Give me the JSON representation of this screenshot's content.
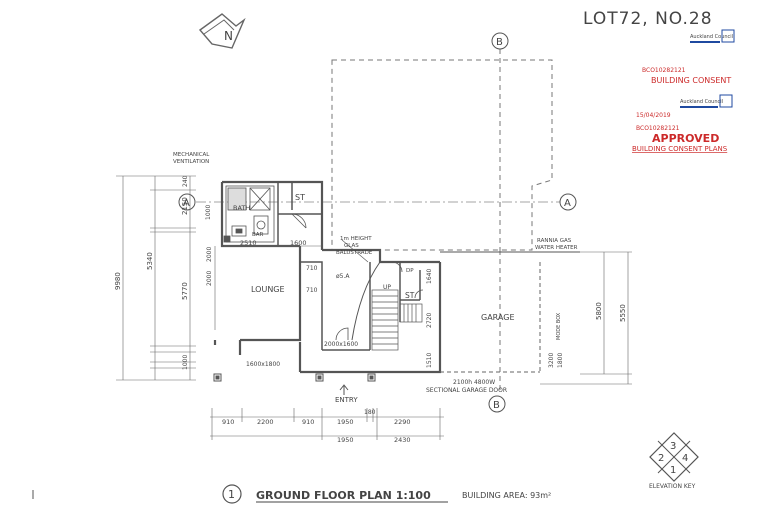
{
  "header": {
    "lot_title": "LOT72, NO.28",
    "north_label": "N"
  },
  "stamps": {
    "council_name": "Auckland Council",
    "consent_ref_top": "BCO10282121",
    "consent_title": "BUILDING CONSENT",
    "date": "15/04/2019",
    "consent_ref_bottom": "BCO10282121",
    "approved": "APPROVED",
    "approved_sub": "BUILDING CONSENT PLANS"
  },
  "grid_markers": {
    "a_left": "A",
    "a_right": "A",
    "b_top": "B",
    "b_bottom": "B"
  },
  "room_labels": {
    "bath": "BATH",
    "st_upper": "ST",
    "bar": "BAR",
    "lounge": "LOUNGE",
    "st_lower": "ST",
    "garage": "GARAGE",
    "up": "UP",
    "entry": "ENTRY",
    "dp": "DP",
    "esa": "ø5.A"
  },
  "notes": {
    "mechanical_1": "MECHANICAL",
    "mechanical_2": "VENTILATION",
    "balustrade_1": "1m HEIGHT",
    "balustrade_2": "GLAS",
    "balustrade_3": "BALUSTRADE",
    "gas_1": "RANNIA GAS",
    "gas_2": "WATER HEATER",
    "garage_door_1": "2100h  4800W",
    "garage_door_2": "SECTIONAL GARAGE DOOR",
    "window_1": "1600x1800",
    "window_2": "2000x1600",
    "opening": "MODE BOX"
  },
  "dimensions": {
    "left_total": "9980",
    "left_5340": "5340",
    "left_5770": "5770",
    "left_2150": "2150",
    "left_240": "240",
    "left_1000": "1000",
    "inner_2000a": "2000",
    "inner_2000b": "2000",
    "inner_1000": "1000",
    "bath_w": "2510",
    "st_w": "1600",
    "lounge_710a": "710",
    "lounge_710b": "710",
    "right_5800": "5800",
    "right_5550": "5550",
    "right_3200": "3200",
    "right_1800": "1800",
    "st_2720": "2720",
    "st_1510": "1510",
    "st_1640": "1640",
    "bottom_910a": "910",
    "bottom_2200": "2200",
    "bottom_910b": "910",
    "bottom_1950a": "1950",
    "bottom_180": "180",
    "bottom_2290": "2290",
    "bottom_1950b": "1950",
    "bottom_2430": "2430"
  },
  "footer": {
    "plan_number": "1",
    "plan_title": "GROUND FLOOR PLAN  1:100",
    "building_area": "BUILDING AREA: 93m²",
    "elevation_key": "ELEVATION KEY",
    "key_1": "1",
    "key_2": "2",
    "key_3": "3",
    "key_4": "4"
  },
  "colors": {
    "line": "#555555",
    "stamp_red": "#cc2a2a",
    "council_blue": "#1f4aa0"
  }
}
